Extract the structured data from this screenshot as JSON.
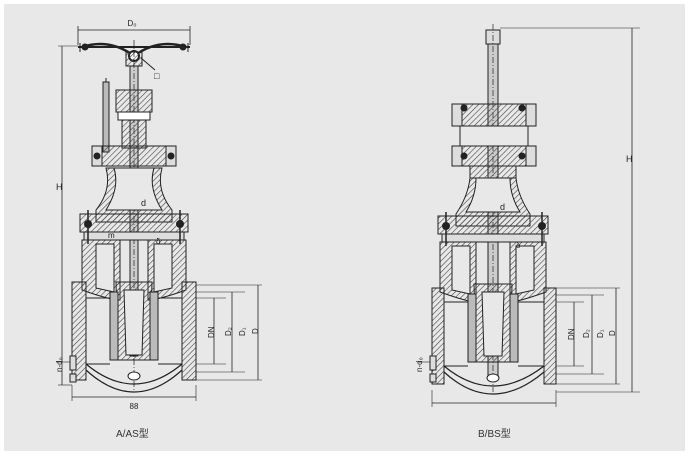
{
  "colors": {
    "background": "#e8e8e8",
    "border": "#ffffff",
    "ink": "#222222",
    "hatch": "#555555"
  },
  "figure_a": {
    "caption": "A/AS型",
    "labels": {
      "handwheel_diameter": "D₀",
      "square_symbol": "□",
      "height": "H",
      "stem": "d",
      "body_wall": "m",
      "gap": "δ",
      "bolt_holes": "n-d₀",
      "nominal_diameter": "DN",
      "d2": "D₂",
      "d1": "D₁",
      "d_outer": "D",
      "face_to_face": "88"
    }
  },
  "figure_b": {
    "caption": "B/BS型",
    "labels": {
      "height": "H",
      "stem": "d",
      "gap": "δ",
      "bolt_holes": "n-d₀",
      "nominal_diameter": "DN",
      "d2": "D₂",
      "d1": "D₁",
      "d_outer": "D"
    }
  }
}
